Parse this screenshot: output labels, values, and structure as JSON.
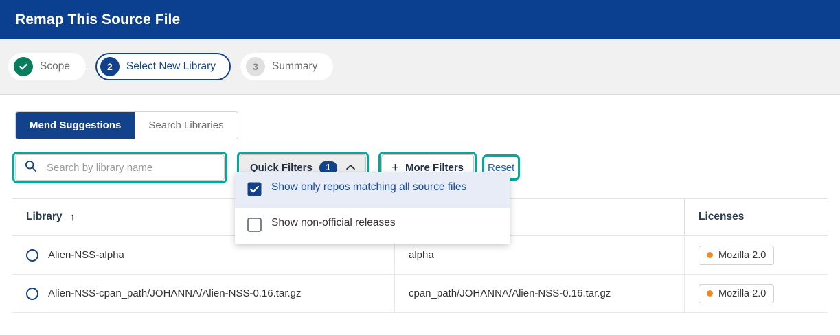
{
  "window": {
    "title": "Remap This Source File"
  },
  "stepper": {
    "steps": [
      {
        "label": "Scope",
        "marker": "check-icon",
        "state": "done"
      },
      {
        "label": "Select New Library",
        "marker": "2",
        "state": "current"
      },
      {
        "label": "Summary",
        "marker": "3",
        "state": "todo"
      }
    ]
  },
  "tabs": [
    {
      "label": "Mend Suggestions",
      "selected": true
    },
    {
      "label": "Search Libraries",
      "selected": false
    }
  ],
  "filters": {
    "search": {
      "placeholder": "Search by library name",
      "value": "",
      "icon": "search-icon"
    },
    "quick_filters": {
      "label": "Quick Filters",
      "badge": "1",
      "chevron": "chevron-up-icon"
    },
    "more_filters": {
      "label": "More Filters",
      "plus": "+"
    },
    "reset": {
      "label": "Reset"
    }
  },
  "dropdown": {
    "items": [
      {
        "label": "Show only repos matching all source files",
        "checked": true,
        "highlighted": true
      },
      {
        "label": "Show non-official releases",
        "checked": false,
        "highlighted": false
      }
    ]
  },
  "table": {
    "columns": [
      {
        "label": "Library",
        "sort": "↑"
      },
      {
        "label": ""
      },
      {
        "label": "Licenses"
      }
    ],
    "rows": [
      {
        "library": "Alien-NSS-alpha",
        "match": "alpha",
        "license": "Mozilla 2.0"
      },
      {
        "library": "Alien-NSS-cpan_path/JOHANNA/Alien-NSS-0.16.tar.gz",
        "match": "cpan_path/JOHANNA/Alien-NSS-0.16.tar.gz",
        "license": "Mozilla 2.0"
      }
    ]
  },
  "colors": {
    "header_navy": "#0b3f8f",
    "accent_navy": "#13428c",
    "focus_teal": "#00a99a",
    "step_done_green": "#0a7d5f",
    "license_orange": "#f08a24",
    "band_gray": "#f1f1f1",
    "link_blue": "#1f5fbf"
  }
}
